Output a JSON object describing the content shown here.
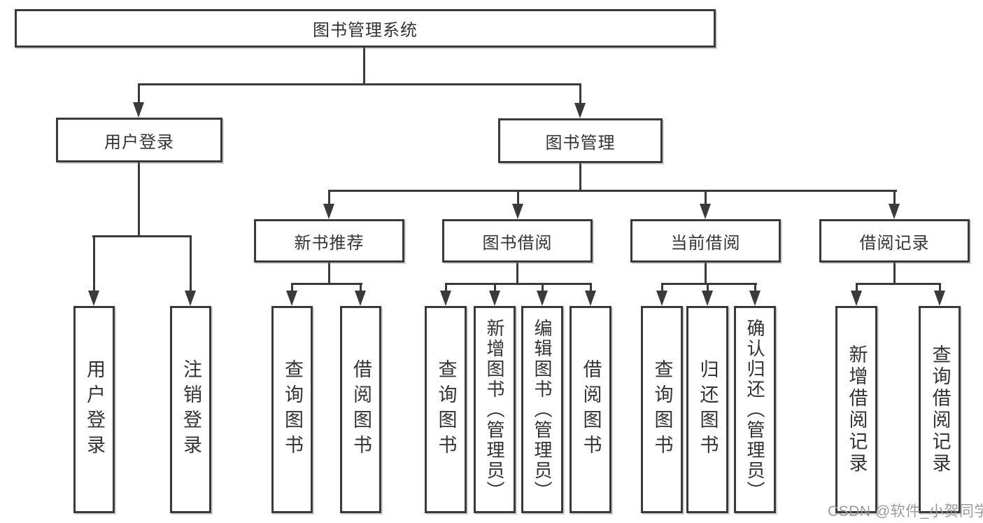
{
  "diagram": {
    "title": "图书管理系统",
    "colors": {
      "line": "#3a3a3a",
      "border": "#3a3a3a",
      "text": "#333333",
      "background": "#ffffff",
      "watermark": "#969696"
    },
    "tree": {
      "label": "图书管理系统",
      "children": [
        {
          "label": "用户登录",
          "children": [
            {
              "label": "用户登录"
            },
            {
              "label": "注销登录"
            }
          ]
        },
        {
          "label": "图书管理",
          "children": [
            {
              "label": "新书推荐",
              "children": [
                {
                  "label": "查询图书"
                },
                {
                  "label": "借阅图书"
                }
              ]
            },
            {
              "label": "图书借阅",
              "children": [
                {
                  "label": "查询图书"
                },
                {
                  "label": "新增图书（管理员）"
                },
                {
                  "label": "编辑图书（管理员）"
                },
                {
                  "label": "借阅图书"
                }
              ]
            },
            {
              "label": "当前借阅",
              "children": [
                {
                  "label": "查询图书"
                },
                {
                  "label": "归还图书"
                },
                {
                  "label": "确认归还（管理员）"
                }
              ]
            },
            {
              "label": "借阅记录",
              "children": [
                {
                  "label": "新增借阅记录"
                },
                {
                  "label": "查询借阅记录"
                }
              ]
            }
          ]
        }
      ]
    },
    "watermark": "CSDN @软件_小贺同学"
  }
}
